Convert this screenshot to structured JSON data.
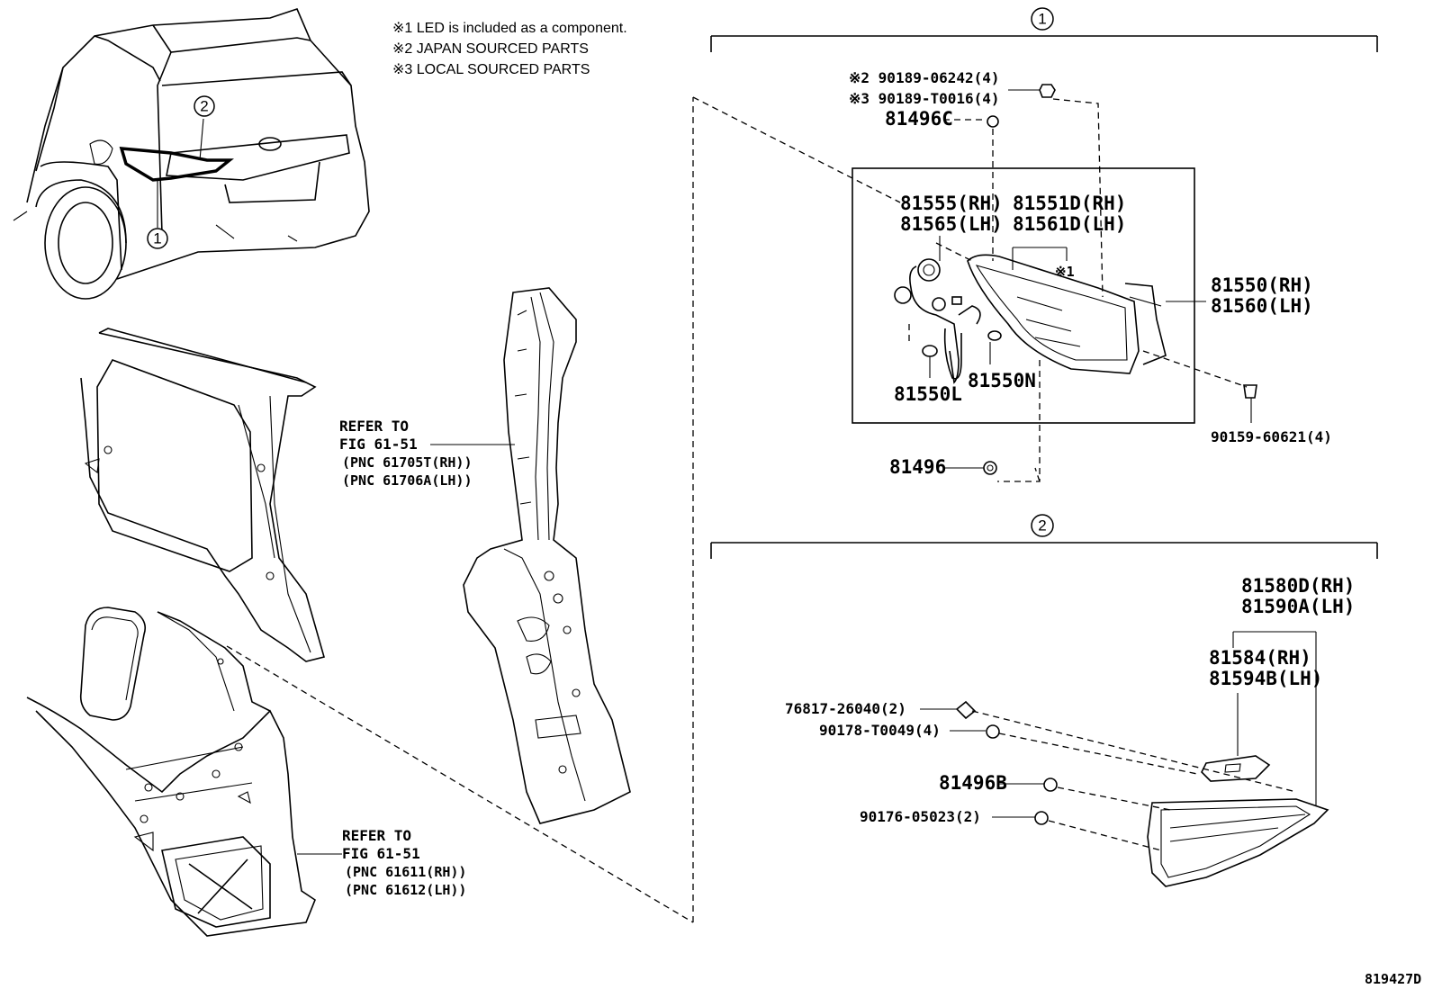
{
  "notes": [
    "※1 LED is included as a component.",
    "※2 JAPAN SOURCED PARTS",
    "※3 LOCAL SOURCED PARTS"
  ],
  "callouts": {
    "one": "1",
    "two": "2"
  },
  "section1": {
    "bolt_japan": "※2 90189-06242(4)",
    "bolt_local": "※3 90189-T0016(4)",
    "p81496C": "81496C",
    "socket_rh": "81555(RH)",
    "socket_lh": "81565(LH)",
    "lamp_sub_rh": "81551D(RH)",
    "lamp_sub_lh": "81561D(LH)",
    "led_note": "※1",
    "lamp_rh": "81550(RH)",
    "lamp_lh": "81560(LH)",
    "p81550L": "81550L",
    "p81550N": "81550N",
    "screw": "90159-60621(4)",
    "p81496": "81496"
  },
  "section2": {
    "lamp_rh": "81580D(RH)",
    "lamp_lh": "81590A(LH)",
    "lens_rh": "81584(RH)",
    "lens_lh": "81594B(LH)",
    "clip": "76817-26040(2)",
    "nut": "90178-T0049(4)",
    "p81496B": "81496B",
    "screw": "90176-05023(2)"
  },
  "refers": [
    {
      "line1": "REFER TO",
      "line2": "FIG 61-51",
      "line3": "(PNC 61705T(RH))",
      "line4": "(PNC 61706A(LH))"
    },
    {
      "line1": "REFER TO",
      "line2": "FIG 61-51",
      "line3": "(PNC 61611(RH))",
      "line4": "(PNC 61612(LH))"
    }
  ],
  "figure_id": "819427D"
}
